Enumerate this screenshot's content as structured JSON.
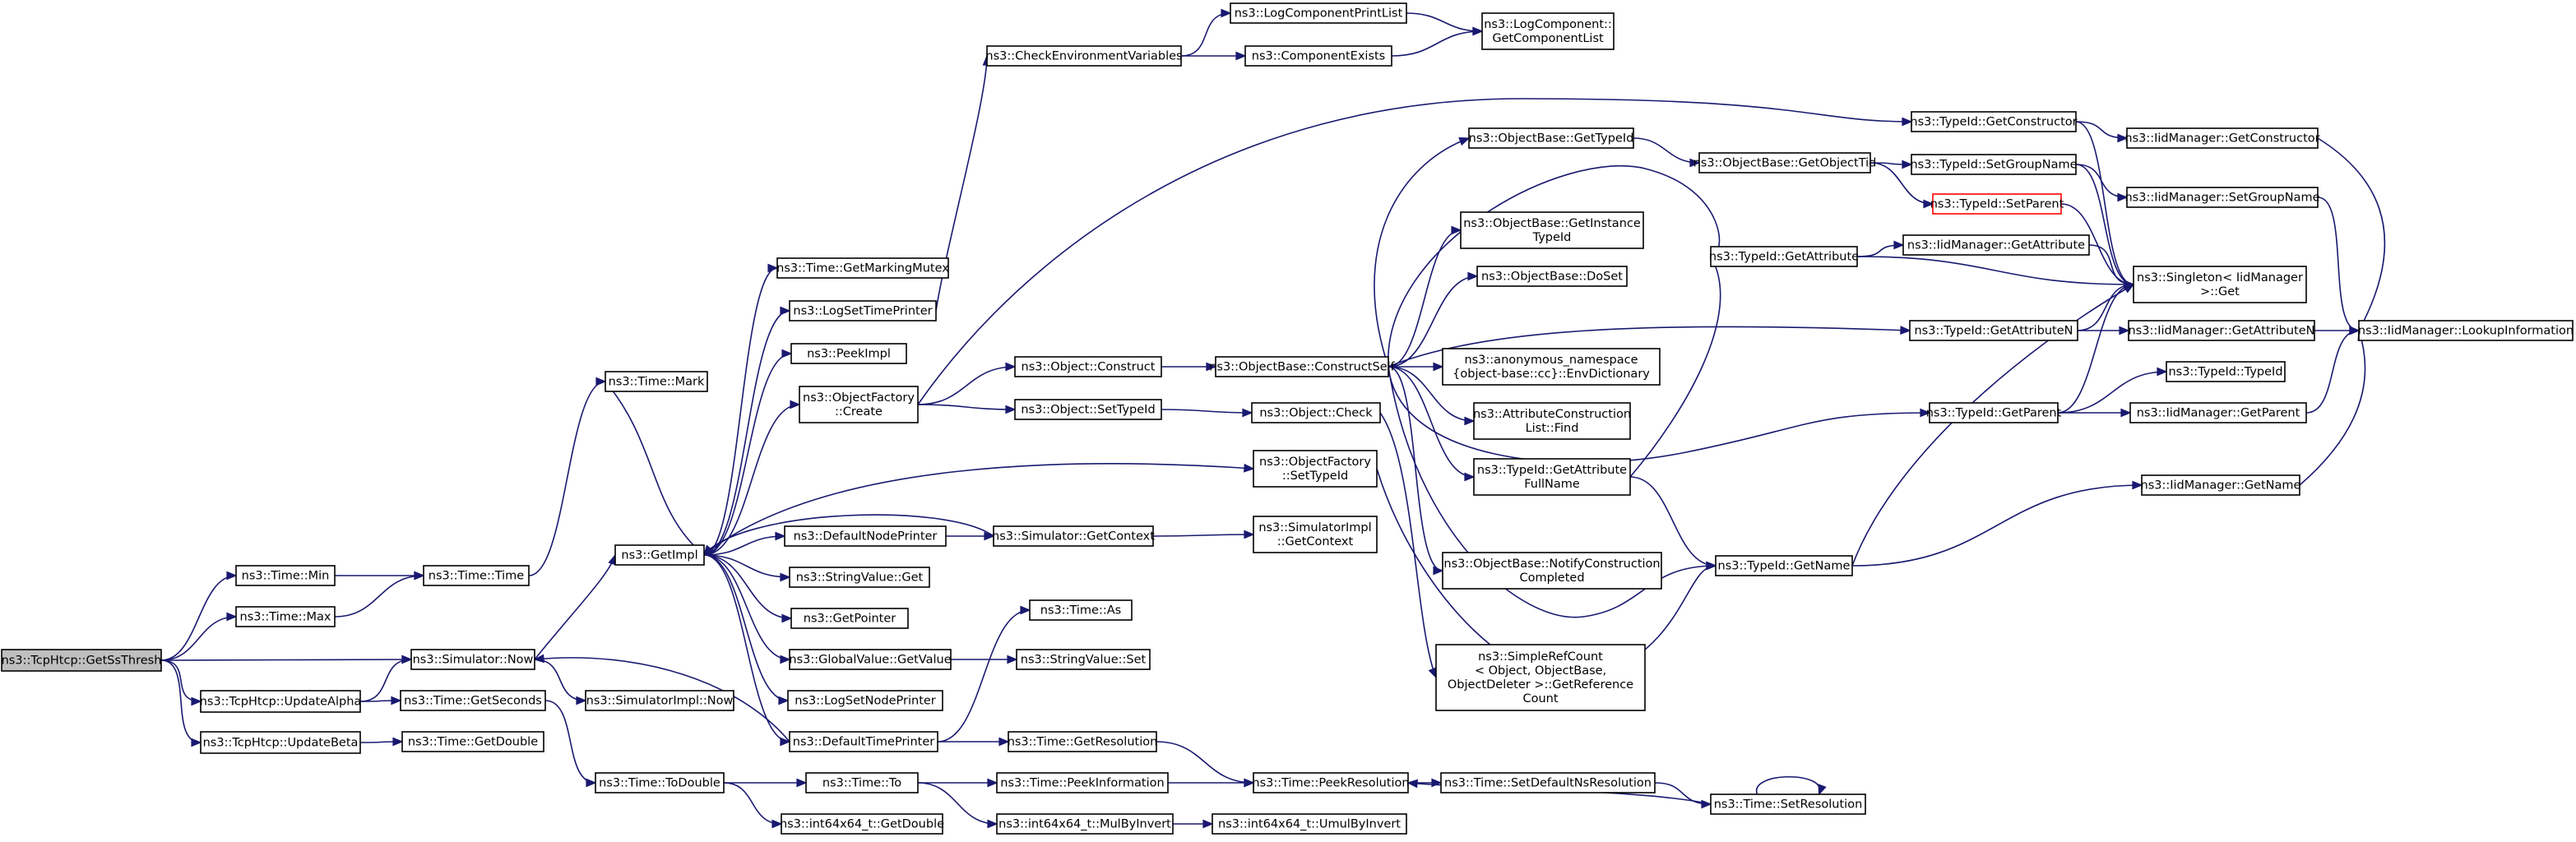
{
  "graph": {
    "nodes": [
      {
        "id": "gss",
        "lines": [
          "ns3::TcpHtcp::GetSsThresh"
        ],
        "style": "root"
      },
      {
        "id": "tmin",
        "lines": [
          "ns3::Time::Min"
        ]
      },
      {
        "id": "tmax",
        "lines": [
          "ns3::Time::Max"
        ]
      },
      {
        "id": "ttime",
        "lines": [
          "ns3::Time::Time"
        ]
      },
      {
        "id": "tmark",
        "lines": [
          "ns3::Time::Mark"
        ]
      },
      {
        "id": "getmarkmutex",
        "lines": [
          "ns3::Time::GetMarkingMutex"
        ]
      },
      {
        "id": "logsettp",
        "lines": [
          "ns3::LogSetTimePrinter"
        ]
      },
      {
        "id": "checkenv",
        "lines": [
          "ns3::CheckEnvironmentVariables"
        ]
      },
      {
        "id": "logcompprint",
        "lines": [
          "ns3::LogComponentPrintList"
        ]
      },
      {
        "id": "compexists",
        "lines": [
          "ns3::ComponentExists"
        ]
      },
      {
        "id": "logcompget",
        "lines": [
          "ns3::LogComponent::",
          "GetComponentList"
        ]
      },
      {
        "id": "peekimpl",
        "lines": [
          "ns3::PeekImpl"
        ]
      },
      {
        "id": "ofcreate",
        "lines": [
          "ns3::ObjectFactory",
          "::Create"
        ]
      },
      {
        "id": "objconstruct",
        "lines": [
          "ns3::Object::Construct"
        ]
      },
      {
        "id": "objsettypeid",
        "lines": [
          "ns3::Object::SetTypeId"
        ]
      },
      {
        "id": "objcheck",
        "lines": [
          "ns3::Object::Check"
        ]
      },
      {
        "id": "getimpl",
        "lines": [
          "ns3::GetImpl"
        ]
      },
      {
        "id": "simnow",
        "lines": [
          "ns3::Simulator::Now"
        ]
      },
      {
        "id": "updatealpha",
        "lines": [
          "ns3::TcpHtcp::UpdateAlpha"
        ]
      },
      {
        "id": "updatebeta",
        "lines": [
          "ns3::TcpHtcp::UpdateBeta"
        ]
      },
      {
        "id": "tgetsec",
        "lines": [
          "ns3::Time::GetSeconds"
        ]
      },
      {
        "id": "tgetdouble",
        "lines": [
          "ns3::Time::GetDouble"
        ]
      },
      {
        "id": "simimplnow",
        "lines": [
          "ns3::SimulatorImpl::Now"
        ]
      },
      {
        "id": "ttodouble",
        "lines": [
          "ns3::Time::ToDouble"
        ]
      },
      {
        "id": "tto",
        "lines": [
          "ns3::Time::To"
        ]
      },
      {
        "id": "i64getdouble",
        "lines": [
          "ns3::int64x64_t::GetDouble"
        ]
      },
      {
        "id": "defnodeprinter",
        "lines": [
          "ns3::DefaultNodePrinter"
        ]
      },
      {
        "id": "strvalget",
        "lines": [
          "ns3::StringValue::Get"
        ]
      },
      {
        "id": "getpointer",
        "lines": [
          "ns3::GetPointer"
        ]
      },
      {
        "id": "gvgetvalue",
        "lines": [
          "ns3::GlobalValue::GetValue"
        ]
      },
      {
        "id": "logsetnp",
        "lines": [
          "ns3::LogSetNodePrinter"
        ]
      },
      {
        "id": "deftimeprinter",
        "lines": [
          "ns3::DefaultTimePrinter"
        ]
      },
      {
        "id": "simgetctx",
        "lines": [
          "ns3::Simulator::GetContext"
        ]
      },
      {
        "id": "simimplgetctx",
        "lines": [
          "ns3::SimulatorImpl",
          "::GetContext"
        ]
      },
      {
        "id": "strvalset",
        "lines": [
          "ns3::StringValue::Set"
        ]
      },
      {
        "id": "tas",
        "lines": [
          "ns3::Time::As"
        ]
      },
      {
        "id": "tgetres",
        "lines": [
          "ns3::Time::GetResolution"
        ]
      },
      {
        "id": "tpeekinfo",
        "lines": [
          "ns3::Time::PeekInformation"
        ]
      },
      {
        "id": "i64mulbyinv",
        "lines": [
          "ns3::int64x64_t::MulByInvert"
        ]
      },
      {
        "id": "i64umulbyinv",
        "lines": [
          "ns3::int64x64_t::UmulByInvert"
        ]
      },
      {
        "id": "tpeekres",
        "lines": [
          "ns3::Time::PeekResolution"
        ]
      },
      {
        "id": "tsetdefns",
        "lines": [
          "ns3::Time::SetDefaultNsResolution"
        ]
      },
      {
        "id": "tsetres",
        "lines": [
          "ns3::Time::SetResolution"
        ]
      },
      {
        "id": "ofsettypeid",
        "lines": [
          "ns3::ObjectFactory",
          "::SetTypeId"
        ]
      },
      {
        "id": "obgettypeid",
        "lines": [
          "ns3::ObjectBase::GetTypeId"
        ]
      },
      {
        "id": "obgetinsttypeid",
        "lines": [
          "ns3::ObjectBase::GetInstance",
          "TypeId"
        ]
      },
      {
        "id": "obdoset",
        "lines": [
          "ns3::ObjectBase::DoSet"
        ]
      },
      {
        "id": "obconstructself",
        "lines": [
          "ns3::ObjectBase::ConstructSelf"
        ]
      },
      {
        "id": "anonenvdict",
        "lines": [
          "ns3::anonymous_namespace",
          "{object-base::cc}::EnvDictionary"
        ]
      },
      {
        "id": "attrconstrfind",
        "lines": [
          "ns3::AttributeConstruction",
          "List::Find"
        ]
      },
      {
        "id": "tidgetattrfull",
        "lines": [
          "ns3::TypeId::GetAttribute",
          "FullName"
        ]
      },
      {
        "id": "obnotifyconstr",
        "lines": [
          "ns3::ObjectBase::NotifyConstruction",
          "Completed"
        ]
      },
      {
        "id": "simplerefcount",
        "lines": [
          "ns3::SimpleRefCount",
          "< Object, ObjectBase,",
          "ObjectDeleter >::GetReference",
          "Count"
        ]
      },
      {
        "id": "obgetobjtid",
        "lines": [
          "ns3::ObjectBase::GetObjectTid"
        ]
      },
      {
        "id": "tidgetattr",
        "lines": [
          "ns3::TypeId::GetAttribute"
        ]
      },
      {
        "id": "tidgetname",
        "lines": [
          "ns3::TypeId::GetName"
        ]
      },
      {
        "id": "tidgetconstructor",
        "lines": [
          "ns3::TypeId::GetConstructor"
        ]
      },
      {
        "id": "tidsetgroupname",
        "lines": [
          "ns3::TypeId::SetGroupName"
        ]
      },
      {
        "id": "tidsetparent",
        "lines": [
          "ns3::TypeId::SetParent"
        ],
        "style": "red"
      },
      {
        "id": "tidgetattrn",
        "lines": [
          "ns3::TypeId::GetAttributeN"
        ]
      },
      {
        "id": "tidgetparent",
        "lines": [
          "ns3::TypeId::GetParent"
        ]
      },
      {
        "id": "iidgetconstructor",
        "lines": [
          "ns3::IidManager::GetConstructor"
        ]
      },
      {
        "id": "iidsetgroupname",
        "lines": [
          "ns3::IidManager::SetGroupName"
        ]
      },
      {
        "id": "iidgetattr",
        "lines": [
          "ns3::IidManager::GetAttribute"
        ]
      },
      {
        "id": "singletonget",
        "lines": [
          "ns3::Singleton< IidManager",
          ">::Get"
        ]
      },
      {
        "id": "iidgetattrn",
        "lines": [
          "ns3::IidManager::GetAttributeN"
        ]
      },
      {
        "id": "tidtypeid",
        "lines": [
          "ns3::TypeId::TypeId"
        ]
      },
      {
        "id": "iidgetparent",
        "lines": [
          "ns3::IidManager::GetParent"
        ]
      },
      {
        "id": "iidgetname",
        "lines": [
          "ns3::IidManager::GetName"
        ]
      },
      {
        "id": "iidlookupinfo",
        "lines": [
          "ns3::IidManager::LookupInformation"
        ]
      }
    ],
    "edges": [
      [
        "gss",
        "tmin"
      ],
      [
        "gss",
        "tmax"
      ],
      [
        "gss",
        "simnow"
      ],
      [
        "gss",
        "updatealpha"
      ],
      [
        "gss",
        "updatebeta"
      ],
      [
        "tmin",
        "ttime"
      ],
      [
        "tmax",
        "ttime"
      ],
      [
        "ttime",
        "tmark"
      ],
      [
        "tmark",
        "getimpl"
      ],
      [
        "getimpl",
        "getmarkmutex"
      ],
      [
        "getimpl",
        "logsettp"
      ],
      [
        "getimpl",
        "peekimpl"
      ],
      [
        "getimpl",
        "ofcreate"
      ],
      [
        "getimpl",
        "ofsettypeid"
      ],
      [
        "getimpl",
        "defnodeprinter"
      ],
      [
        "getimpl",
        "strvalget"
      ],
      [
        "getimpl",
        "getpointer"
      ],
      [
        "getimpl",
        "gvgetvalue"
      ],
      [
        "getimpl",
        "logsetnp"
      ],
      [
        "getimpl",
        "deftimeprinter"
      ],
      [
        "logsettp",
        "checkenv"
      ],
      [
        "checkenv",
        "logcompprint"
      ],
      [
        "checkenv",
        "compexists"
      ],
      [
        "logcompprint",
        "logcompget"
      ],
      [
        "compexists",
        "logcompget"
      ],
      [
        "ofcreate",
        "objconstruct"
      ],
      [
        "ofcreate",
        "objsettypeid"
      ],
      [
        "ofcreate",
        "tidgetconstructor"
      ],
      [
        "objconstruct",
        "obconstructself"
      ],
      [
        "objsettypeid",
        "objcheck"
      ],
      [
        "objcheck",
        "simplerefcount"
      ],
      [
        "simnow",
        "getimpl"
      ],
      [
        "simnow",
        "simimplnow"
      ],
      [
        "updatealpha",
        "simnow"
      ],
      [
        "updatealpha",
        "tgetsec"
      ],
      [
        "updatebeta",
        "tgetdouble"
      ],
      [
        "tgetsec",
        "ttodouble"
      ],
      [
        "ttodouble",
        "tto"
      ],
      [
        "ttodouble",
        "i64getdouble"
      ],
      [
        "tto",
        "tpeekinfo"
      ],
      [
        "tto",
        "i64mulbyinv"
      ],
      [
        "i64mulbyinv",
        "i64umulbyinv"
      ],
      [
        "defnodeprinter",
        "simgetctx"
      ],
      [
        "simgetctx",
        "getimpl"
      ],
      [
        "simgetctx",
        "simimplgetctx"
      ],
      [
        "gvgetvalue",
        "strvalset"
      ],
      [
        "deftimeprinter",
        "simnow"
      ],
      [
        "deftimeprinter",
        "tas"
      ],
      [
        "deftimeprinter",
        "tgetres"
      ],
      [
        "tgetres",
        "tpeekres"
      ],
      [
        "tpeekinfo",
        "tpeekres"
      ],
      [
        "tpeekres",
        "tsetdefns"
      ],
      [
        "tsetdefns",
        "tsetres"
      ],
      [
        "tsetres",
        "tpeekres"
      ],
      [
        "tsetres",
        "tsetres"
      ],
      [
        "ofsettypeid",
        "tidgetname"
      ],
      [
        "obconstructself",
        "obgettypeid"
      ],
      [
        "obconstructself",
        "obgetinsttypeid"
      ],
      [
        "obconstructself",
        "obdoset"
      ],
      [
        "obconstructself",
        "tidgetattr"
      ],
      [
        "obconstructself",
        "anonenvdict"
      ],
      [
        "obconstructself",
        "attrconstrfind"
      ],
      [
        "obconstructself",
        "tidgetattrfull"
      ],
      [
        "obconstructself",
        "obnotifyconstr"
      ],
      [
        "obconstructself",
        "tidgetname"
      ],
      [
        "obconstructself",
        "tidgetattrn"
      ],
      [
        "obconstructself",
        "tidgetparent"
      ],
      [
        "obgettypeid",
        "obgetobjtid"
      ],
      [
        "obgetobjtid",
        "tidsetgroupname"
      ],
      [
        "obgetobjtid",
        "tidsetparent"
      ],
      [
        "tidgetattr",
        "iidgetattr"
      ],
      [
        "tidgetattr",
        "singletonget"
      ],
      [
        "iidgetattr",
        "singletonget"
      ],
      [
        "tidgetattrfull",
        "tidgetattr"
      ],
      [
        "tidgetattrfull",
        "tidgetname"
      ],
      [
        "tidgetname",
        "singletonget"
      ],
      [
        "tidgetname",
        "iidgetname"
      ],
      [
        "tidgetconstructor",
        "iidgetconstructor"
      ],
      [
        "tidgetconstructor",
        "singletonget"
      ],
      [
        "tidsetgroupname",
        "iidsetgroupname"
      ],
      [
        "tidsetgroupname",
        "singletonget"
      ],
      [
        "tidsetparent",
        "singletonget"
      ],
      [
        "tidgetattrn",
        "iidgetattrn"
      ],
      [
        "tidgetattrn",
        "singletonget"
      ],
      [
        "tidgetparent",
        "tidtypeid"
      ],
      [
        "tidgetparent",
        "iidgetparent"
      ],
      [
        "tidgetparent",
        "singletonget"
      ],
      [
        "iidgetconstructor",
        "iidlookupinfo"
      ],
      [
        "iidsetgroupname",
        "iidlookupinfo"
      ],
      [
        "iidgetattrn",
        "iidlookupinfo"
      ],
      [
        "iidgetparent",
        "iidlookupinfo"
      ],
      [
        "iidgetname",
        "iidlookupinfo"
      ]
    ]
  }
}
